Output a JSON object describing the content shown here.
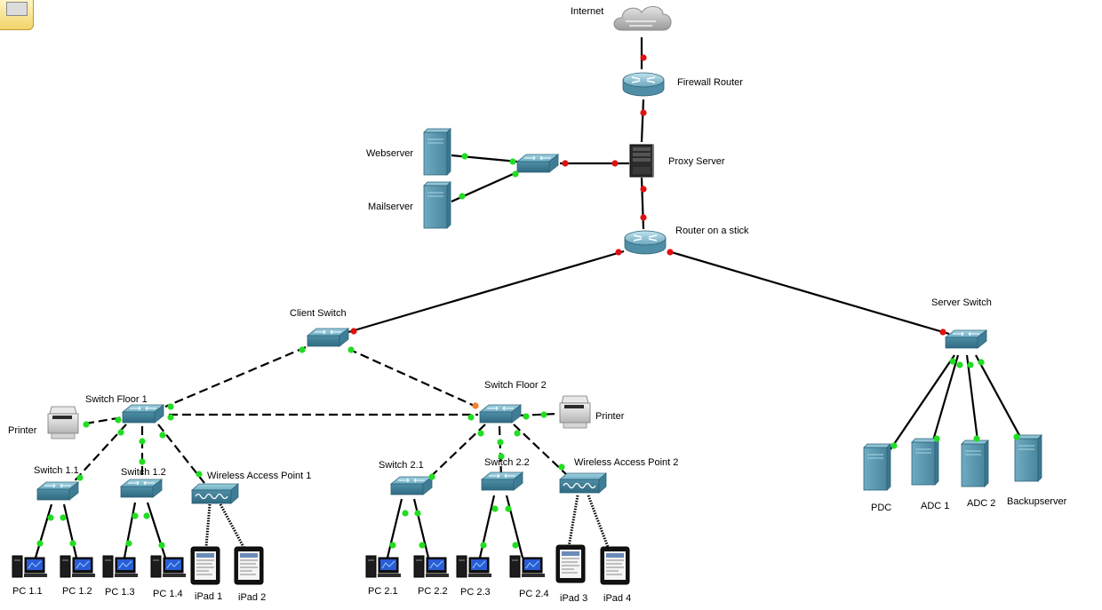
{
  "labels": {
    "internet": "Internet",
    "firewall_router": "Firewall Router",
    "proxy_server": "Proxy Server",
    "webserver": "Webserver",
    "mailserver": "Mailserver",
    "router_on_a_stick": "Router on a stick",
    "client_switch": "Client Switch",
    "server_switch": "Server Switch",
    "switch_floor_1": "Switch Floor 1",
    "switch_floor_2": "Switch Floor 2",
    "printer_1": "Printer",
    "printer_2": "Printer",
    "switch_1_1": "Switch 1.1",
    "switch_1_2": "Switch 1.2",
    "wap_1": "Wireless Access Point 1",
    "switch_2_1": "Switch 2.1",
    "switch_2_2": "Switch 2.2",
    "wap_2": "Wireless Access Point 2",
    "pc_1_1": "PC 1.1",
    "pc_1_2": "PC 1.2",
    "pc_1_3": "PC 1.3",
    "pc_1_4": "PC 1.4",
    "ipad_1": "iPad 1",
    "ipad_2": "iPad 2",
    "pc_2_1": "PC 2.1",
    "pc_2_2": "PC 2.2",
    "pc_2_3": "PC 2.3",
    "pc_2_4": "PC 2.4",
    "ipad_3": "iPad 3",
    "ipad_4": "iPad 4",
    "pdc": "PDC",
    "adc_1": "ADC 1",
    "adc_2": "ADC 2",
    "backupserver": "Backupserver"
  },
  "colors": {
    "link": "#000000",
    "port_up": "#22dd22",
    "port_down": "#e01010",
    "port_blocking": "#f08030",
    "device_teal": "#5d9bb3"
  },
  "icons": {
    "internet": "cloud-icon",
    "router": "router-icon",
    "switch": "switch-icon",
    "server": "server-icon",
    "proxy": "tower-server-icon",
    "printer": "printer-icon",
    "pc": "pc-icon",
    "ipad": "tablet-icon",
    "wap": "access-point-icon"
  }
}
